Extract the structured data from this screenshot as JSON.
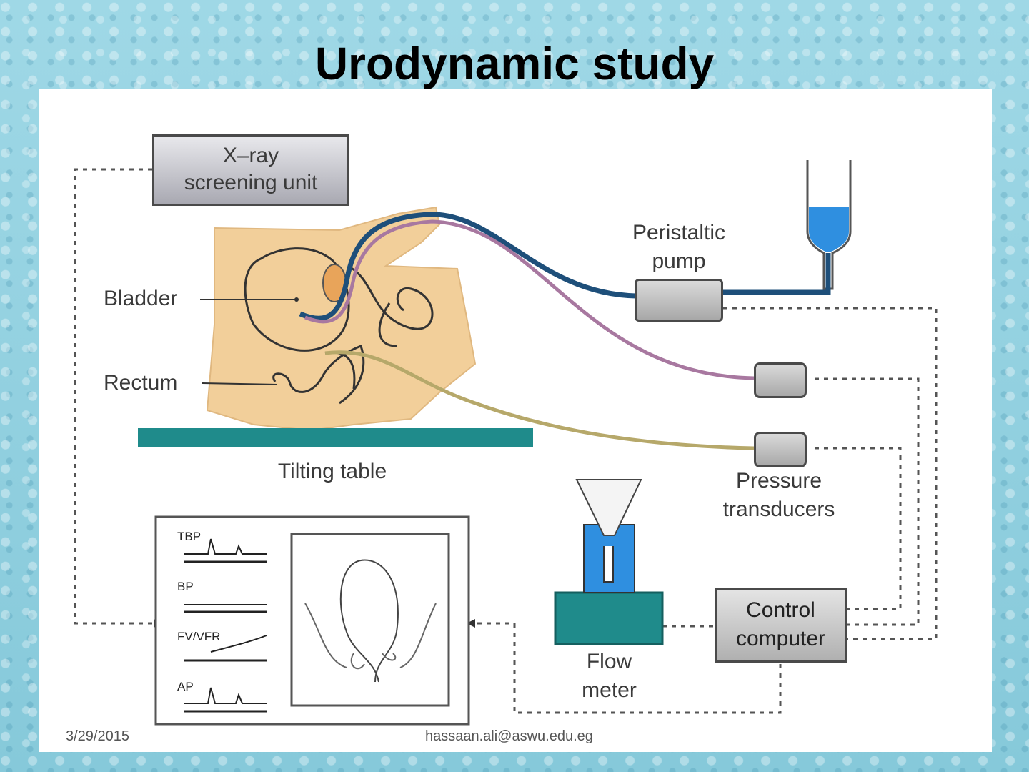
{
  "slide": {
    "title": "Urodynamic study",
    "footer_date": "3/29/2015",
    "footer_email": "hassaan.ali@aswu.edu.eg"
  },
  "diagram": {
    "xray_unit": [
      "X–ray",
      "screening unit"
    ],
    "bladder": "Bladder",
    "rectum": "Rectum",
    "tilting_table": "Tilting table",
    "peristaltic_pump": [
      "Peristaltic",
      "pump"
    ],
    "pressure_transducers": [
      "Pressure",
      "transducers"
    ],
    "flow_meter": [
      "Flow",
      "meter"
    ],
    "control_computer": [
      "Control",
      "computer"
    ],
    "traces": [
      "TBP",
      "BP",
      "FV/VFR",
      "AP"
    ]
  },
  "colors": {
    "background": "#8fd0de",
    "body": "#f2cf9a",
    "table": "#1f8b8b",
    "fluid": "#2f8fe0",
    "catheter_blue": "#1e4f7a",
    "catheter_pink": "#a878a0",
    "catheter_olive": "#b6a86a"
  }
}
